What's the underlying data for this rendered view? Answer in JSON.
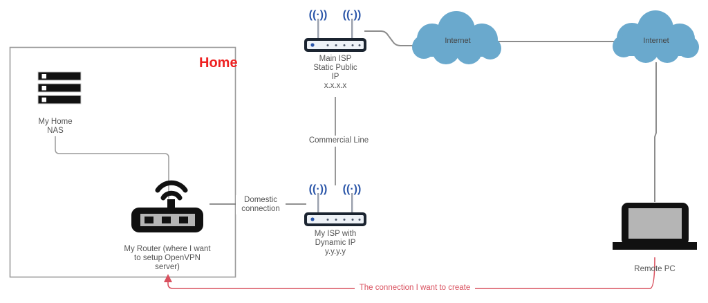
{
  "diagram": {
    "type": "network-topology",
    "title_group": "Home",
    "nodes": {
      "nas": {
        "label": "My Home\nNAS",
        "icon": "server-stack-icon"
      },
      "home_router": {
        "label": "My Router (where I want\nto setup OpenVPN\nserver)",
        "icon": "wifi-router-icon"
      },
      "main_isp": {
        "label": "Main ISP\nStatic Public\nIP\nx.x.x.x",
        "icon": "isp-router-icon"
      },
      "my_isp": {
        "label": "My ISP with\nDynamic IP\ny.y.y.y",
        "icon": "isp-router-icon"
      },
      "cloud_left": {
        "label": "Internet",
        "icon": "cloud-icon"
      },
      "cloud_right": {
        "label": "Internet",
        "icon": "cloud-icon"
      },
      "remote_pc": {
        "label": "Remote PC",
        "icon": "laptop-icon"
      }
    },
    "edges": {
      "domestic": "Domestic\nconnection",
      "commercial": "Commercial Line",
      "desired": "The connection I want to create"
    },
    "colors": {
      "accent_red": "#d9505e",
      "home_label_red": "#ee2222",
      "cloud_blue": "#6aa9cd",
      "line_gray": "#8c8c8c",
      "device_black": "#111111",
      "antenna_blue": "#2a55a8",
      "text_gray": "#555555"
    }
  }
}
